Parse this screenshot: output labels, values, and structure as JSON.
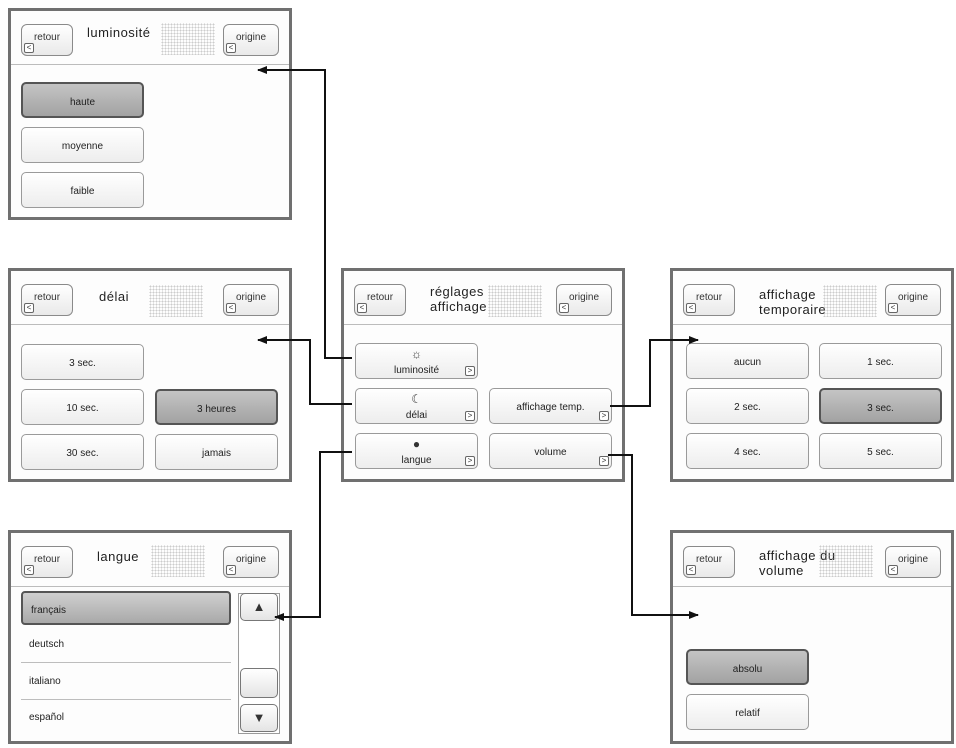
{
  "common": {
    "retour": "retour",
    "origine": "origine",
    "chevron_left": "<",
    "chevron_right": ">",
    "arrow_up": "▲",
    "arrow_down": "▼"
  },
  "main": {
    "title_line1": "réglages",
    "title_line2": "affichage",
    "buttons": {
      "luminosite": {
        "label": "luminosité",
        "icon": "sun-icon"
      },
      "delai": {
        "label": "délai",
        "icon": "moon-icon"
      },
      "langue": {
        "label": "langue",
        "icon": "speech-bubble-icon"
      },
      "affichage_temp": {
        "label": "affichage temp."
      },
      "volume": {
        "label": "volume"
      }
    }
  },
  "luminosite_screen": {
    "title": "luminosité",
    "options": [
      {
        "label": "haute",
        "selected": true
      },
      {
        "label": "moyenne"
      },
      {
        "label": "faible"
      }
    ]
  },
  "delai_screen": {
    "title": "délai",
    "options": [
      {
        "label": "3 sec."
      },
      {
        "label": "10 sec."
      },
      {
        "label": "3 heures",
        "selected": true
      },
      {
        "label": "30 sec."
      },
      {
        "label": "jamais"
      }
    ]
  },
  "langue_screen": {
    "title": "langue",
    "items": [
      {
        "label": "français",
        "selected": true
      },
      {
        "label": "deutsch"
      },
      {
        "label": "italiano"
      },
      {
        "label": "español"
      }
    ]
  },
  "affichage_temp_screen": {
    "title_line1": "affichage",
    "title_line2": "temporaire",
    "options": [
      {
        "label": "aucun"
      },
      {
        "label": "1 sec."
      },
      {
        "label": "2 sec."
      },
      {
        "label": "3 sec.",
        "selected": true
      },
      {
        "label": "4 sec."
      },
      {
        "label": "5 sec."
      }
    ]
  },
  "volume_screen": {
    "title_line1": "affichage du",
    "title_line2": "volume",
    "options": [
      {
        "label": "absolu",
        "selected": true
      },
      {
        "label": "relatif"
      }
    ]
  },
  "colors": {
    "frame": "#707070",
    "connector": "#111111",
    "selected_fill": "#aaaaaa"
  }
}
